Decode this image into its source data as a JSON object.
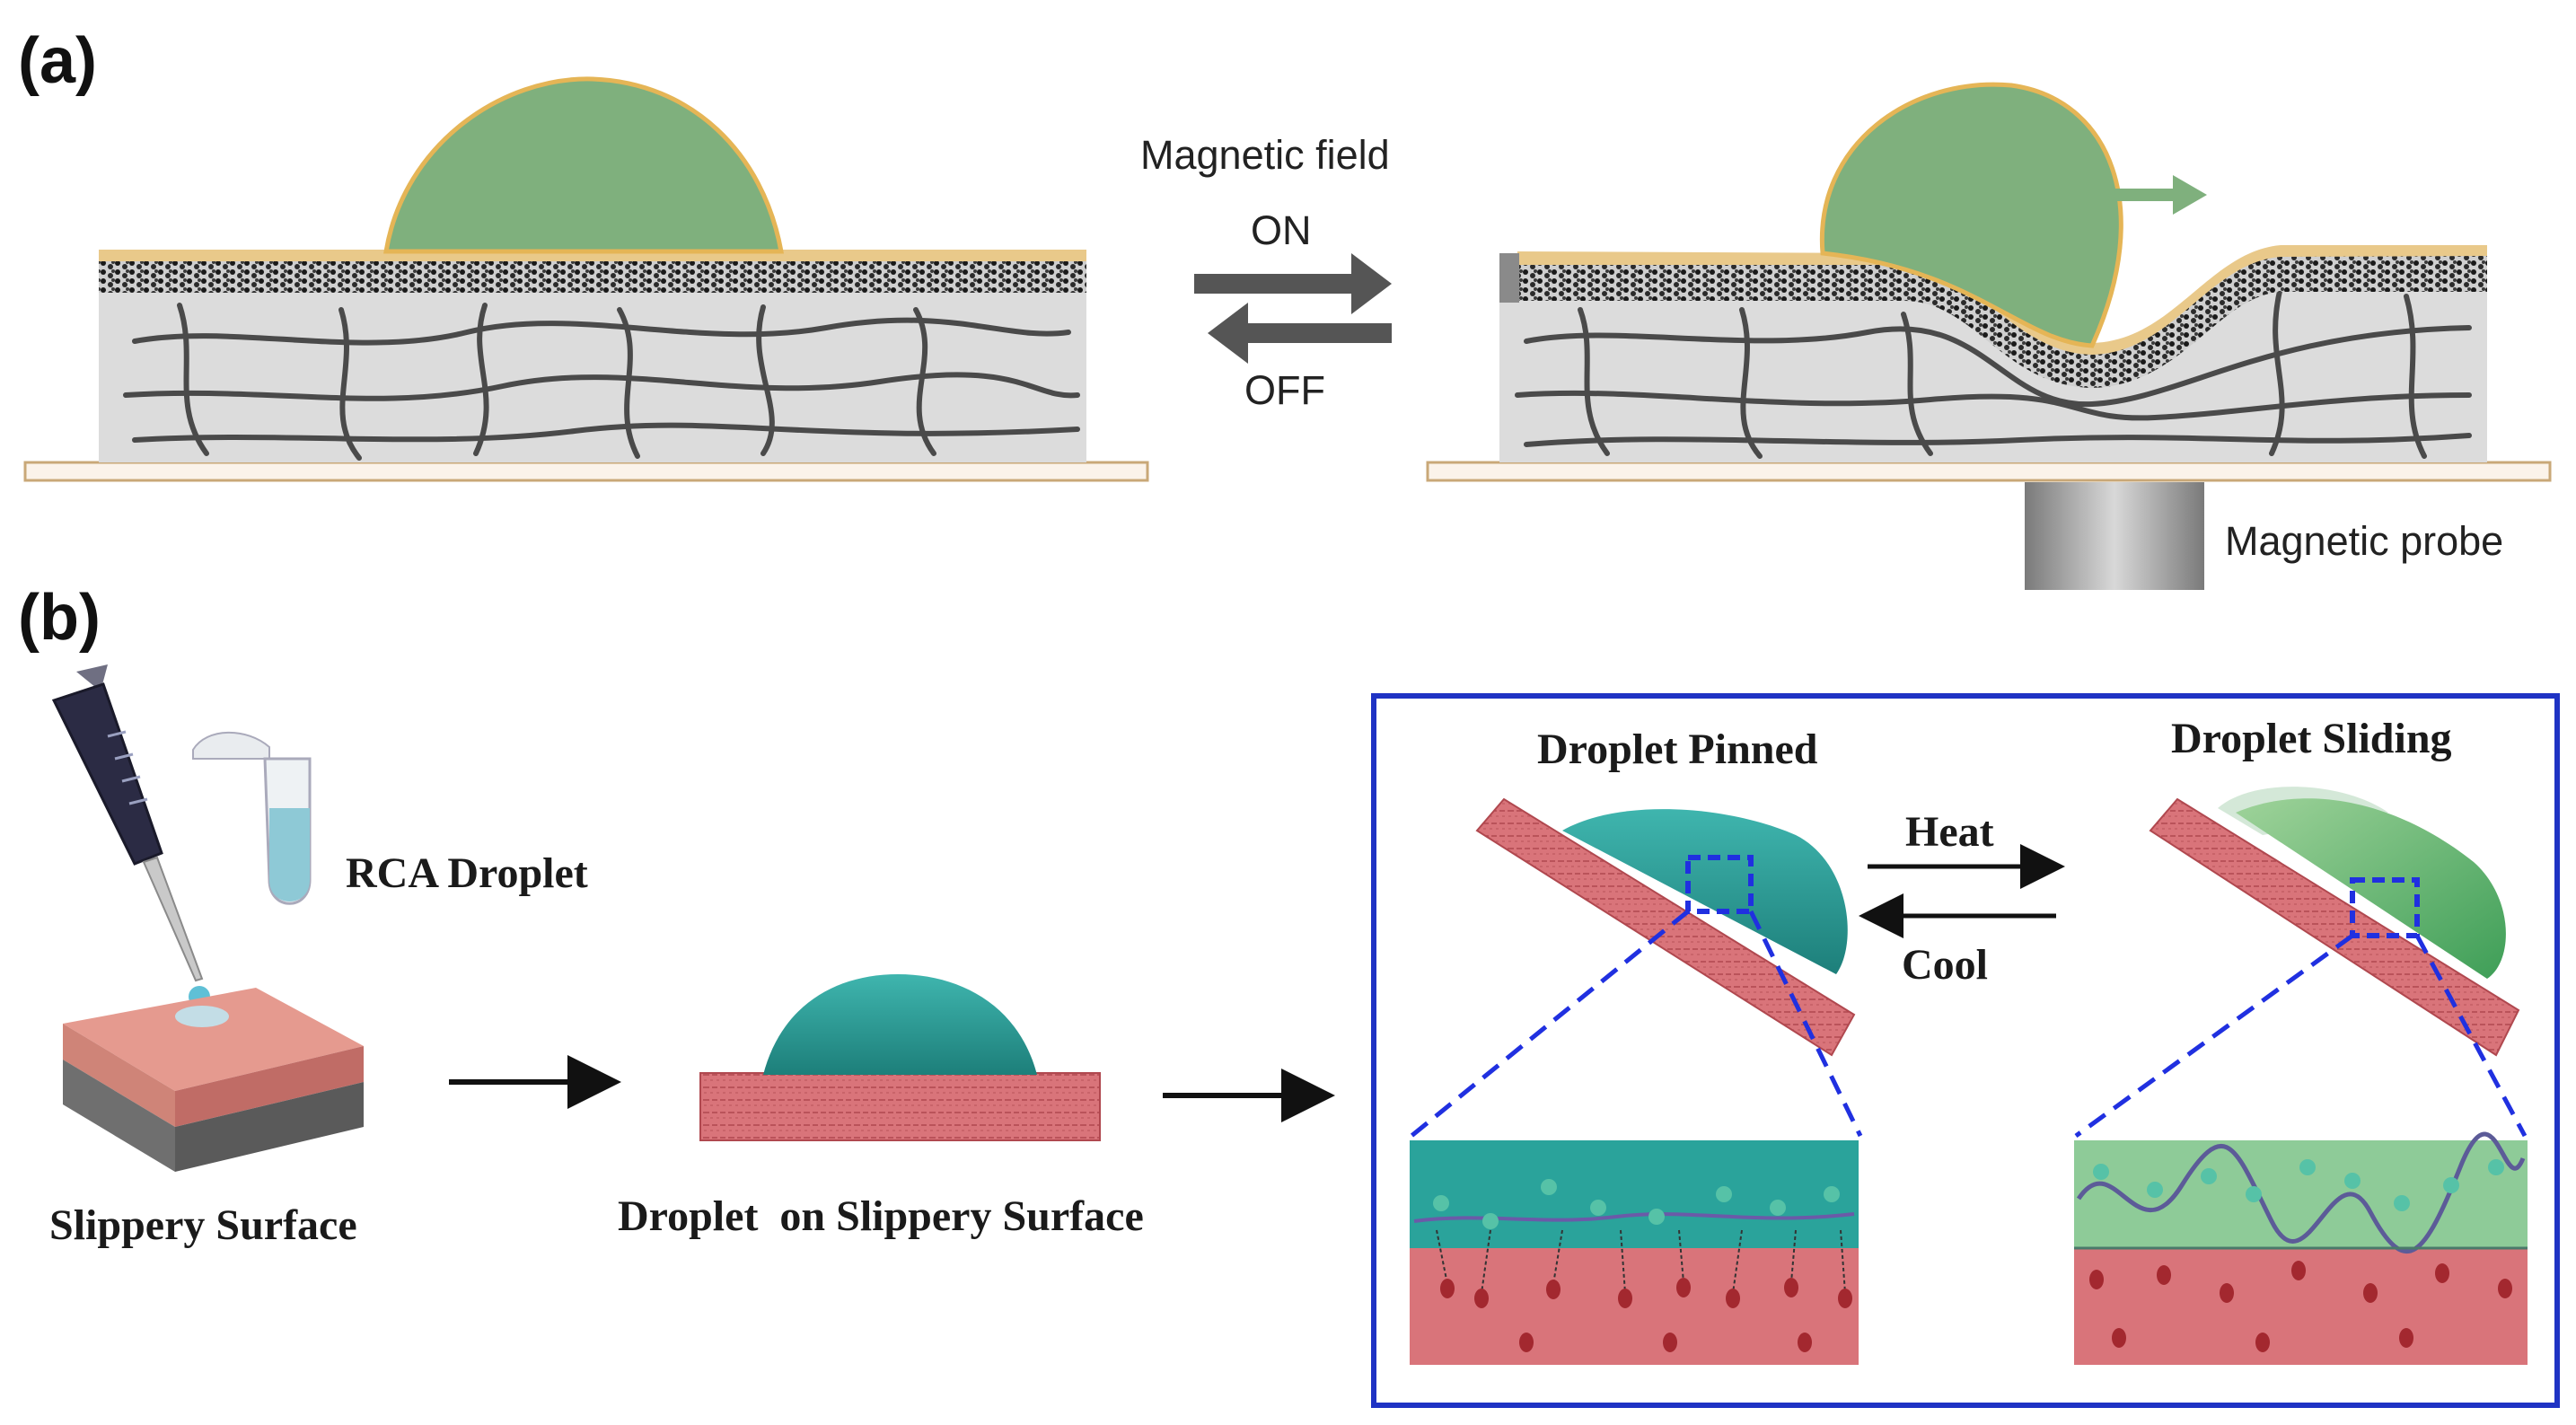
{
  "panel_a": {
    "letter": "(a)",
    "field_label": "Magnetic field",
    "on_label": "ON",
    "off_label": "OFF",
    "probe_label": "Magnetic probe"
  },
  "panel_b": {
    "letter": "(b)",
    "rca_label": "RCA Droplet",
    "slippery_label": "Slippery Surface",
    "droplet_on_label": "Droplet  on Slippery Surface",
    "pinned_label": "Droplet Pinned",
    "sliding_label": "Droplet Sliding",
    "heat_label": "Heat",
    "cool_label": "Cool"
  },
  "colors": {
    "droplet_green": "#7fb07d",
    "droplet_teal": "#2a9d97",
    "substrate_red": "#d9747a",
    "gel_gray": "#dcdcdc",
    "arrow_gray": "#555555",
    "box_blue": "#1f33c4",
    "dash_blue": "#2030e0"
  }
}
